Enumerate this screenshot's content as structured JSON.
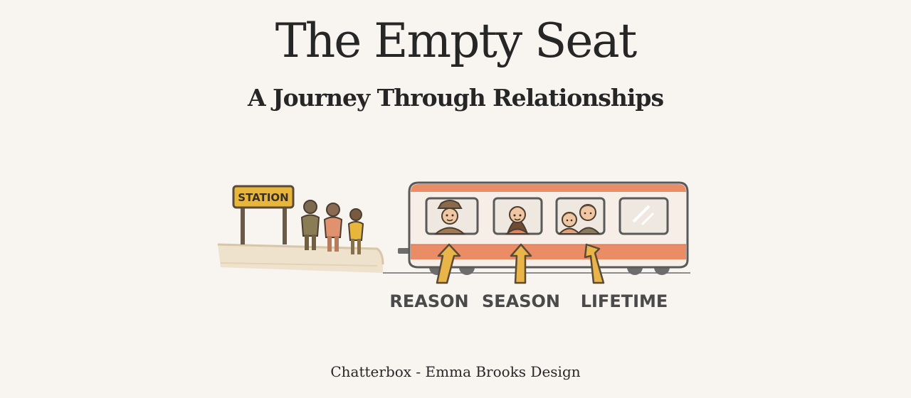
{
  "header": {
    "title": "The Empty Seat",
    "subtitle": "A Journey Through Relationships"
  },
  "illustration": {
    "station_sign": "STATION",
    "labels": [
      "REASON",
      "SEASON",
      "LIFETIME"
    ]
  },
  "footer": {
    "credit": "Chatterbox - Emma Brooks Design"
  },
  "colors": {
    "background": "#f8f4f0",
    "train_stripe": "#ea8c66",
    "sign": "#e9b63c",
    "arrow": "#e9b448",
    "text": "#262626",
    "label_text": "#4a4a4a"
  }
}
